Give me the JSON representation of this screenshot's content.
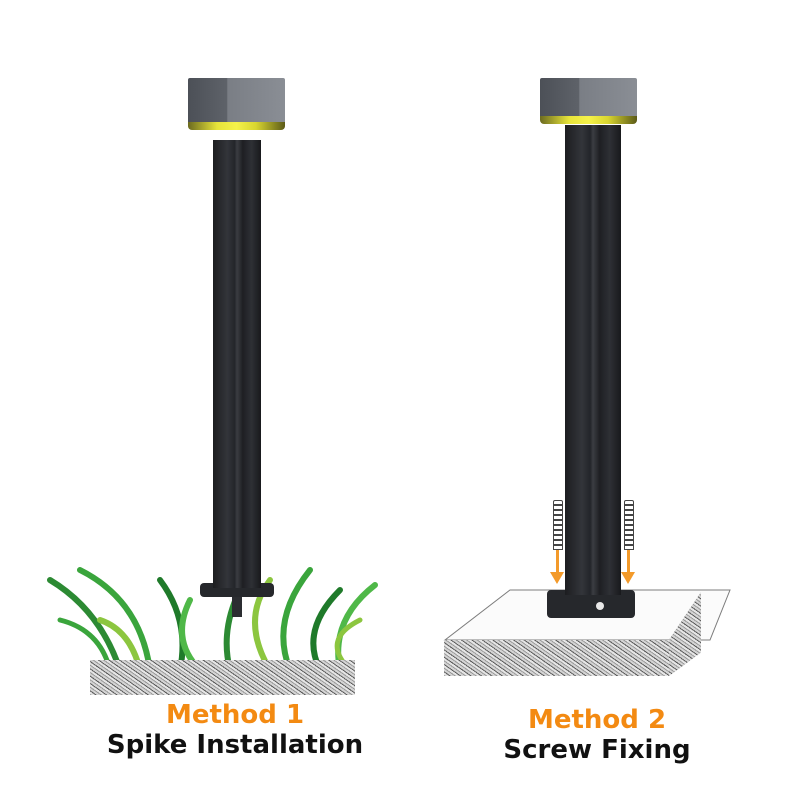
{
  "methods": [
    {
      "id": "method-1",
      "title": "Method 1",
      "subtitle": "Spike Installation",
      "scene": "grass"
    },
    {
      "id": "method-2",
      "title": "Method 2",
      "subtitle": "Screw Fixing",
      "scene": "concrete-slab"
    }
  ],
  "colors": {
    "accent": "#f38a12",
    "text": "#111111",
    "pole": "#2a2c30",
    "light": "#e7e43a",
    "grass": "#2f9a3a"
  }
}
